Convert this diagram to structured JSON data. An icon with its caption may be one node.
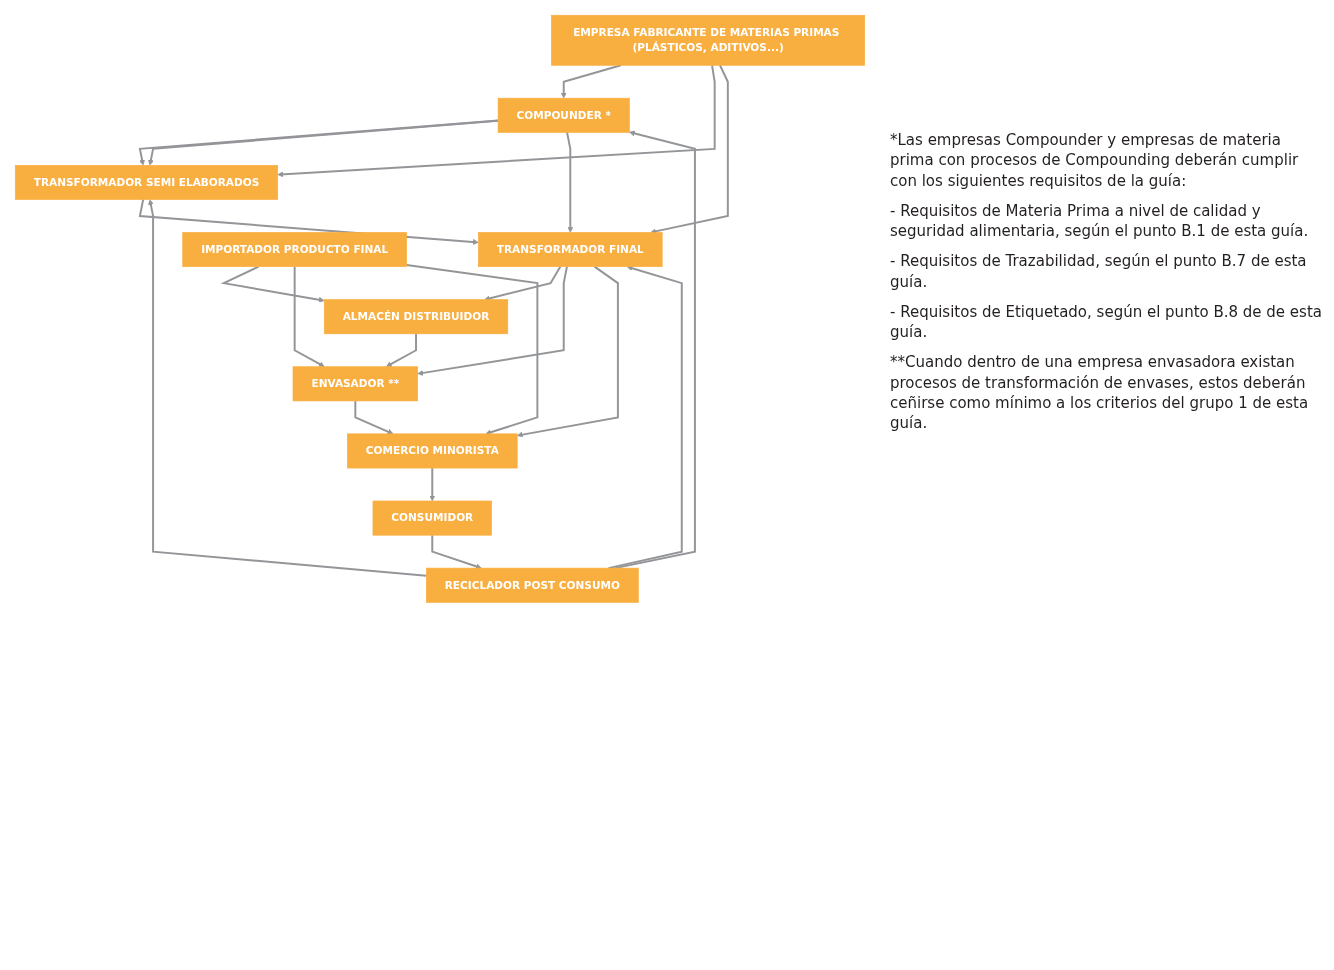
{
  "diagram": {
    "nodes": [
      {
        "text": [
          "EMPRESA FABRICANTE DE MATERIAS PRIMAS (PLÁSTICOS, ADITIVOS...)"
        ]
      },
      {
        "text": [
          "COMPOUNDER *"
        ]
      },
      {
        "text": [
          "TRANSFORMADOR SEMI ELABORADOS"
        ]
      },
      {
        "text": [
          "TRANSFORMADOR FINAL"
        ]
      },
      {
        "text": [
          "RECICLADOR POST CONSUMO"
        ]
      },
      {
        "text": [
          "ALMACÉN DISTRIBUIDOR"
        ]
      },
      {
        "text": [
          "IMPORTADOR PRODUCTO FINAL"
        ]
      },
      {
        "text": [
          "ENVASADOR **"
        ]
      },
      {
        "text": [
          "COMERCIO MINORISTA"
        ]
      },
      {
        "text": [
          "CONSUMIDOR"
        ]
      }
    ],
    "edges": [
      {
        "from": 0,
        "to": 1,
        "arrow": "to"
      },
      {
        "from": 1,
        "to": 2,
        "arrow": "to"
      },
      {
        "from": 2,
        "to": 3,
        "arrow": "to"
      },
      {
        "from": 3,
        "to": 5,
        "arrow": "to"
      },
      {
        "from": 5,
        "to": 7,
        "arrow": "to"
      },
      {
        "from": 7,
        "to": 8,
        "arrow": "to"
      },
      {
        "from": 8,
        "to": 9,
        "arrow": "to"
      },
      {
        "from": 0,
        "to": 2,
        "arrow": "to"
      },
      {
        "from": 0,
        "to": 3,
        "arrow": "to"
      },
      {
        "from": 1,
        "to": 2,
        "arrow": "to"
      },
      {
        "from": 1,
        "to": 3,
        "arrow": "to"
      },
      {
        "from": 4,
        "to": 1,
        "arrow": "to"
      },
      {
        "from": 4,
        "to": 2,
        "arrow": "to"
      },
      {
        "from": 4,
        "to": 3,
        "arrow": "to"
      },
      {
        "from": 3,
        "to": 7,
        "arrow": "to"
      },
      {
        "from": 3,
        "to": 8,
        "arrow": "to"
      },
      {
        "from": 6,
        "to": 5,
        "arrow": "to"
      },
      {
        "from": 6,
        "to": 7,
        "arrow": "to"
      },
      {
        "from": 6,
        "to": 8,
        "arrow": "to"
      },
      {
        "from": 9,
        "to": 4,
        "arrow": "to"
      }
    ],
    "labels": [
      "*Las empresas Compounder y empresas de materia prima con procesos de Compounding deberán cumplir con los siguientes requisitos de la guía:",
      "- Requisitos de Materia Prima a nivel de calidad y seguridad alimentaria, según el punto B.1 de esta guía.",
      "- Requisitos de Trazabilidad, según el punto B.7 de esta guía.",
      "- Requisitos de Etiquetado, según el punto B.8 de de esta guía.",
      "**Cuando dentro de una empresa envasadora existan procesos de transformación de envases, estos deberán ceñirse como mínimo a los criterios del grupo 1 de esta guía."
    ]
  }
}
